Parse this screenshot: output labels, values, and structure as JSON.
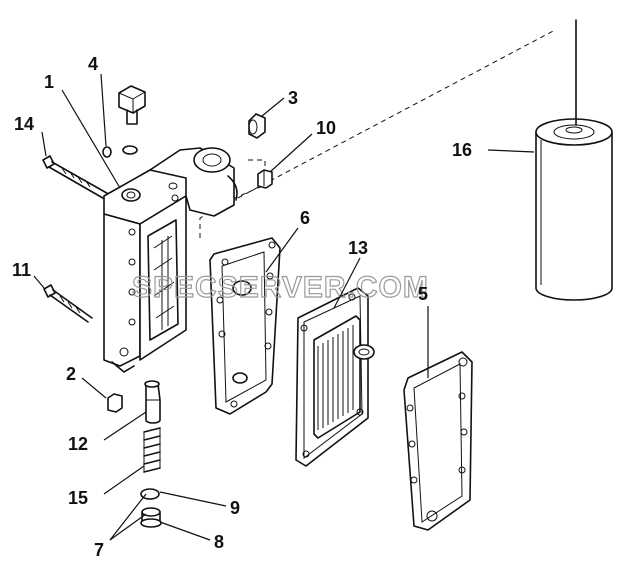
{
  "watermark": "SPECSERVER.COM",
  "callouts": {
    "c1": "1",
    "c2": "2",
    "c3": "3",
    "c4": "4",
    "c5": "5",
    "c6": "6",
    "c7": "7",
    "c8": "8",
    "c9": "9",
    "c10": "10",
    "c11": "11",
    "c12": "12",
    "c13": "13",
    "c14": "14",
    "c15": "15",
    "c16": "16"
  }
}
